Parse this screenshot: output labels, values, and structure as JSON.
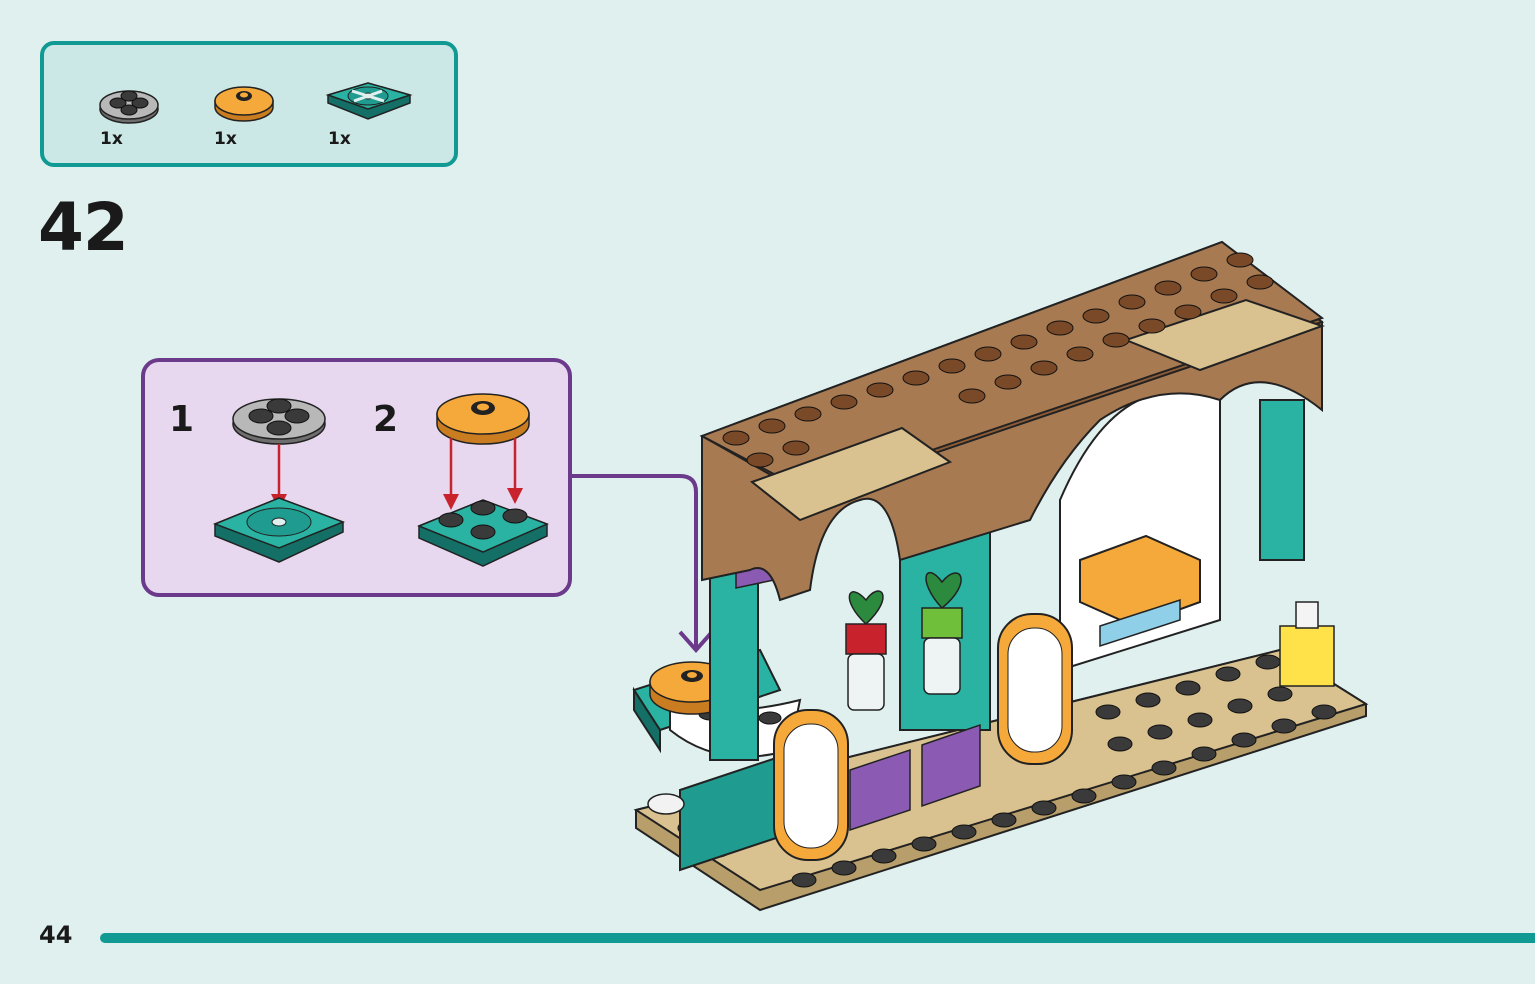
{
  "parts_list": {
    "items": [
      {
        "icon": "round-plate-4-studs-gray-icon",
        "qty": "1x",
        "color": "#8c8c8c"
      },
      {
        "icon": "round-tile-orange-icon",
        "qty": "1x",
        "color": "#f6a93b"
      },
      {
        "icon": "turntable-plate-teal-icon",
        "qty": "1x",
        "color": "#1f9c8f"
      }
    ]
  },
  "step": {
    "number": "42"
  },
  "substeps": [
    {
      "number": "1"
    },
    {
      "number": "2"
    }
  ],
  "page": {
    "number": "44"
  },
  "colors": {
    "background": "#e0f0ef",
    "accent_teal": "#119a94",
    "callout_purple": "#6b3a8a",
    "callout_fill": "#e7d8ef",
    "brick_brown": "#a87a52",
    "brick_tan": "#d9c190",
    "brick_teal": "#2ab3a3",
    "brick_orange": "#f6a93b"
  }
}
